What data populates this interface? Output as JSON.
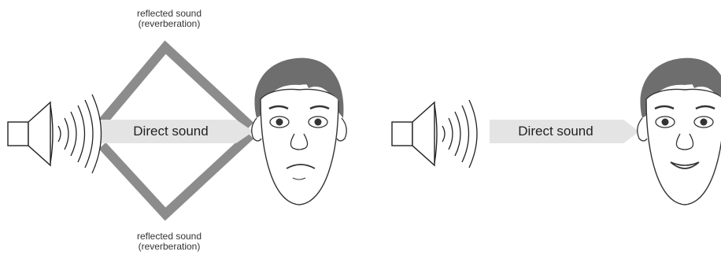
{
  "scenes": {
    "left": {
      "reflected_top": {
        "line1": "reflected sound",
        "line2": "(reverberation)"
      },
      "reflected_bottom": {
        "line1": "reflected sound",
        "line2": "(reverberation)"
      },
      "direct_label": "Direct sound",
      "face_expression": "frowning"
    },
    "right": {
      "direct_label": "Direct sound",
      "face_expression": "smiling"
    }
  },
  "colors": {
    "reflection_path": "#8c8c8c",
    "direct_arrow": "#e4e4e4",
    "hair": "#6e6e6e",
    "skin": "#ffffff",
    "outline": "#333333"
  }
}
